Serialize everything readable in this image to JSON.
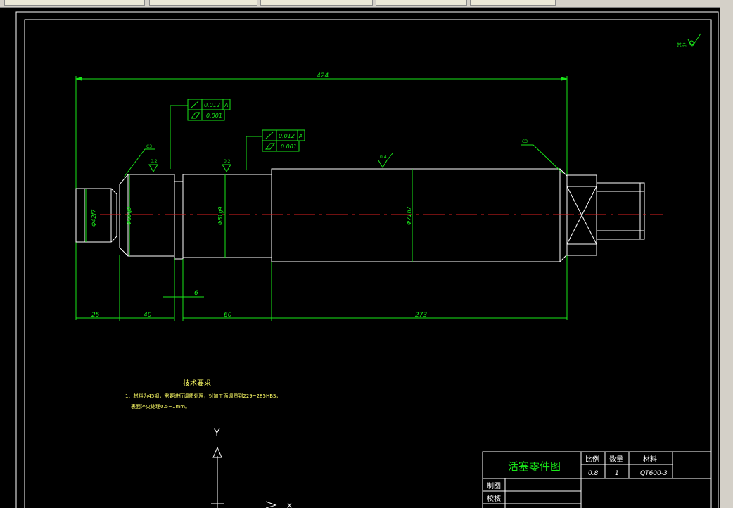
{
  "title_block": {
    "title": "活塞零件图",
    "scale_label": "比例",
    "scale_value": "0.8",
    "qty_label": "数量",
    "qty_value": "1",
    "material_label": "材料",
    "material_value": "QT600-3",
    "drawn_label": "制图",
    "checked_label": "校核"
  },
  "dimensions": {
    "overall": "424",
    "seg1": "25",
    "seg2": "40",
    "groove": "6",
    "seg3": "60",
    "seg4": "273",
    "dia1": "Φ42f7",
    "dia2": "Φ65g9",
    "dia3": "Φ61g9",
    "dia4": "Φ71h7"
  },
  "tolerances": {
    "frame1_runout": "0.012",
    "frame1_datum": "A",
    "frame1_cyl": "0.001",
    "frame2_runout": "0.012",
    "frame2_datum": "A",
    "frame2_cyl": "0.001"
  },
  "roughness": {
    "r1": "0.2",
    "r2": "0.2",
    "r3": "0.4",
    "chamfer_left": "C3",
    "chamfer_right": "C3",
    "other": "其余"
  },
  "notes": {
    "heading": "技术要求",
    "line1": "1、材料为45钢，需要进行调质处理，对加工面调质到229~285HBS，",
    "line2": "表面淬火处理0.5~1mm。"
  },
  "ucs": {
    "y_label": "Y",
    "x_label": "X"
  },
  "colors": {
    "background": "#000000",
    "dimension_green": "#19e619",
    "outline_white": "#ffffff",
    "centerline_red": "#e02020",
    "text_yellow": "#ffff66"
  }
}
